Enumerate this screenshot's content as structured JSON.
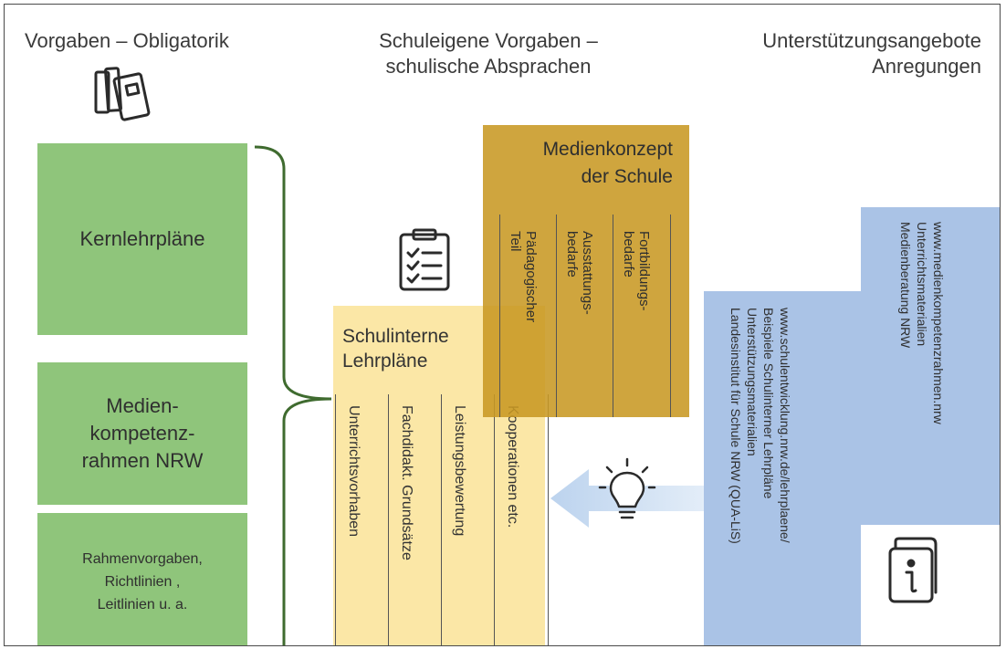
{
  "headers": {
    "left": "Vorgaben – Obligatorik",
    "middle_lines": [
      "Schuleigene Vorgaben –",
      "schulische Absprachen"
    ],
    "right_lines": [
      "Unterstützungsangebote",
      "Anregungen"
    ]
  },
  "obligatorik": {
    "kernlehrplaene": "Kernlehrpläne",
    "medienkompetenz_lines": [
      "Medien-",
      "kompetenz-",
      "rahmen NRW"
    ],
    "rahmen_lines": [
      "Rahmenvorgaben,",
      "Richtlinien ,",
      "Leitlinien u. a."
    ]
  },
  "schulintern": {
    "title_lines": [
      "Schulinterne",
      "Lehrpläne"
    ],
    "columns": [
      "Unterrichtsvorhaben",
      "Fachdidakt. Grundsätze",
      "Leistungsbewertung",
      "Kooperationen etc."
    ]
  },
  "medienkonzept": {
    "title_lines": [
      "Medienkonzept",
      "der Schule"
    ],
    "columns": [
      {
        "lines": [
          "Pädagogischer",
          "Teil"
        ]
      },
      {
        "lines": [
          "Ausstattungs-",
          "bedarfe"
        ]
      },
      {
        "lines": [
          "Fortbildungs-",
          "bedarfe"
        ]
      }
    ]
  },
  "support": {
    "panel1_lines": [
      "www.schulentwicklung.nrw.de/lehrplaene/",
      "Beispiele Schulinterner Lehrpläne",
      "Unterstützungsmaterialien",
      "Landesinstitut für Schule NRW (QUA-LiS)"
    ],
    "panel2_lines": [
      "www.medienkompetenzrahmen.nrw",
      "Unterrichtsmaterialien",
      "Medienberatung NRW"
    ]
  },
  "icons": [
    "books-icon",
    "clipboard-checklist-icon",
    "lightbulb-icon",
    "info-book-icon"
  ],
  "colors": {
    "green": "#8fc57b",
    "yellow": "#fbe7a6",
    "gold": "#c89823",
    "blue": "#aac3e6",
    "bracket": "#3f6b2f"
  }
}
